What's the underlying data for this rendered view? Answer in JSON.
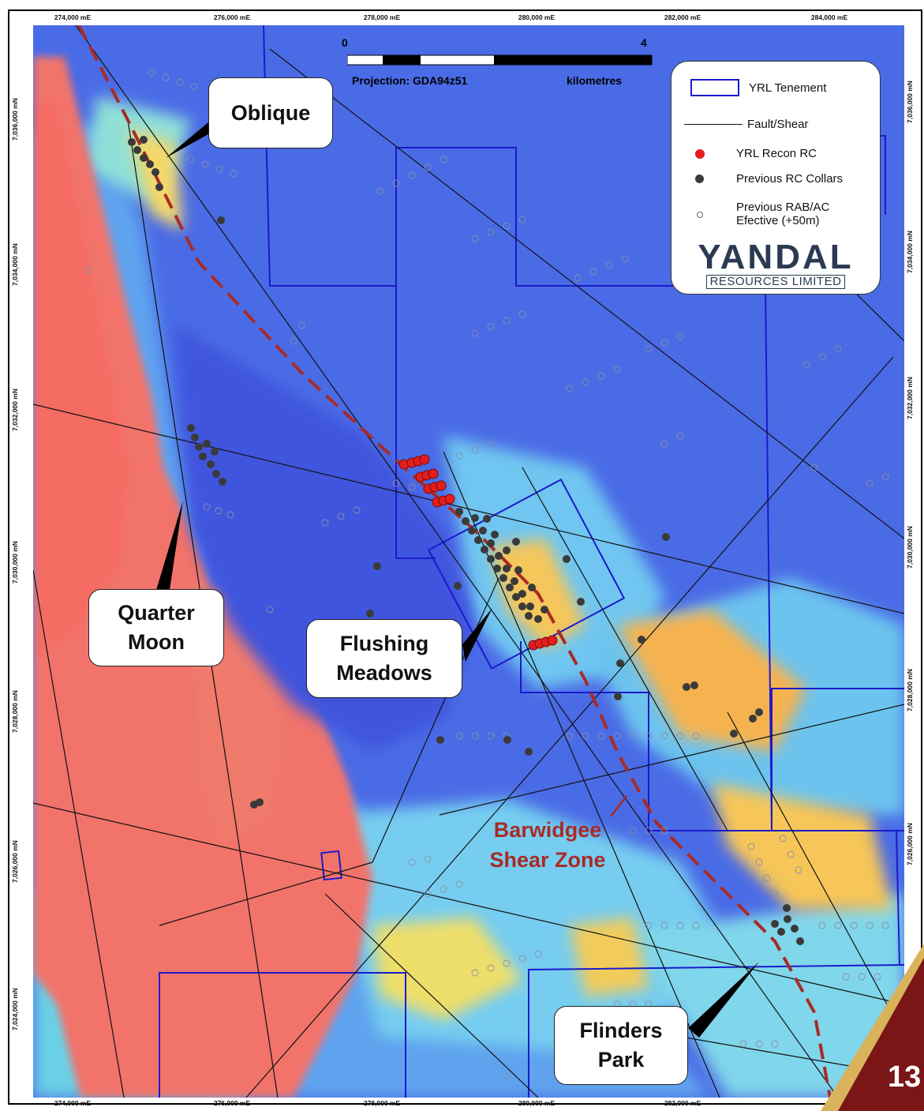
{
  "map": {
    "easting_labels": [
      "274,000 mE",
      "276,000 mE",
      "278,000 mE",
      "280,000 mE",
      "282,000 mE",
      "284,000 mE"
    ],
    "northing_labels": [
      "7,036,000 mN",
      "7,034,000 mN",
      "7,032,000 mN",
      "7,030,000 mN",
      "7,028,000 mN",
      "7,026,000 mN",
      "7,024,000 mN"
    ],
    "scale": {
      "start": "0",
      "end": "4",
      "projection": "Projection: GDA94z51",
      "unit": "kilometres"
    },
    "callouts": {
      "oblique": "Oblique",
      "quarter_moon_1": "Quarter",
      "quarter_moon_2": "Moon",
      "flushing_1": "Flushing",
      "flushing_2": "Meadows",
      "flinders_1": "Flinders",
      "flinders_2": "Park"
    },
    "shear_zone_1": "Barwidgee",
    "shear_zone_2": "Shear Zone",
    "colors": {
      "shear": "#a82b26",
      "tenement": "#1a1acc",
      "recon": "#e31d1d",
      "collar": "#3a3a3a"
    }
  },
  "legend": {
    "tenement": "YRL Tenement",
    "fault": "Fault/Shear",
    "recon": "YRL Recon RC",
    "collars": "Previous RC Collars",
    "rab_1": "Previous RAB/AC",
    "rab_2": "Efective (+50m)",
    "logo_main": "YANDAL",
    "logo_sub": "RESOURCES LIMITED"
  },
  "page": {
    "number": "13"
  }
}
